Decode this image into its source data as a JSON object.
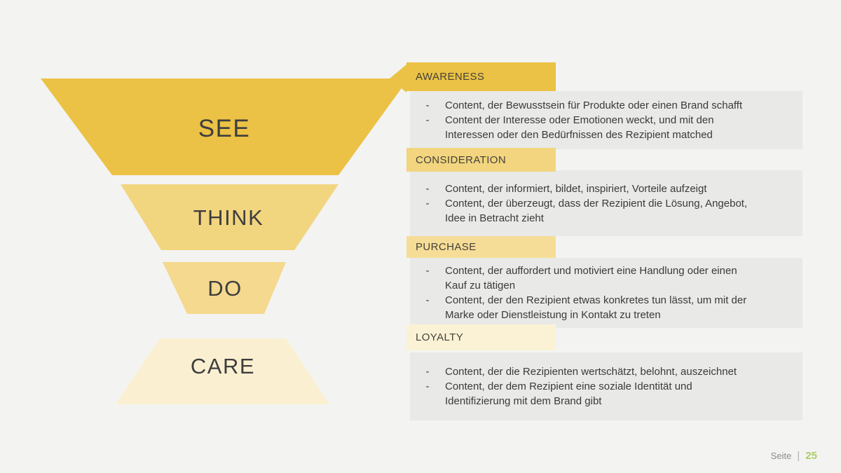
{
  "slide": {
    "bullet_marker": "-"
  },
  "funnel": {
    "stages": [
      {
        "label": "SEE",
        "color": "#ebc245"
      },
      {
        "label": "THINK",
        "color": "#f2d57f"
      },
      {
        "label": "DO",
        "color": "#f4d98e"
      },
      {
        "label": "CARE",
        "color": "#faf0d1"
      }
    ]
  },
  "sections": [
    {
      "title": "AWARENESS",
      "tab_color": "#ebc245",
      "bullets": [
        "Content, der Bewusstsein für Produkte oder einen Brand schafft",
        "Content der Interesse oder Emotionen weckt, und mit den\nInteressen oder den Bedürfnissen des Rezipient matched"
      ]
    },
    {
      "title": "CONSIDERATION",
      "tab_color": "#f2d57e",
      "bullets": [
        "Content, der informiert, bildet, inspiriert, Vorteile aufzeigt",
        "Content, der überzeugt, dass der Rezipient die Lösung, Angebot,\nIdee in Betracht zieht"
      ]
    },
    {
      "title": "PURCHASE",
      "tab_color": "#f6dd97",
      "bullets": [
        "Content, der auffordert und motiviert eine Handlung oder einen\nKauf zu tätigen",
        "Content, der den Rezipient etwas konkretes tun lässt, um mit der\nMarke oder Dienstleistung in Kontakt zu treten"
      ]
    },
    {
      "title": "LOYALTY",
      "tab_color": "#fbf2d6",
      "bullets": [
        "Content, der die Rezipienten wertschätzt, belohnt, auszeichnet",
        "Content, der dem Rezipient eine soziale Identität und\nIdentifizierung mit dem Brand gibt"
      ]
    }
  ],
  "footer": {
    "label": "Seite",
    "divider": "|",
    "page_number": "25",
    "page_number_color": "#accd68"
  }
}
